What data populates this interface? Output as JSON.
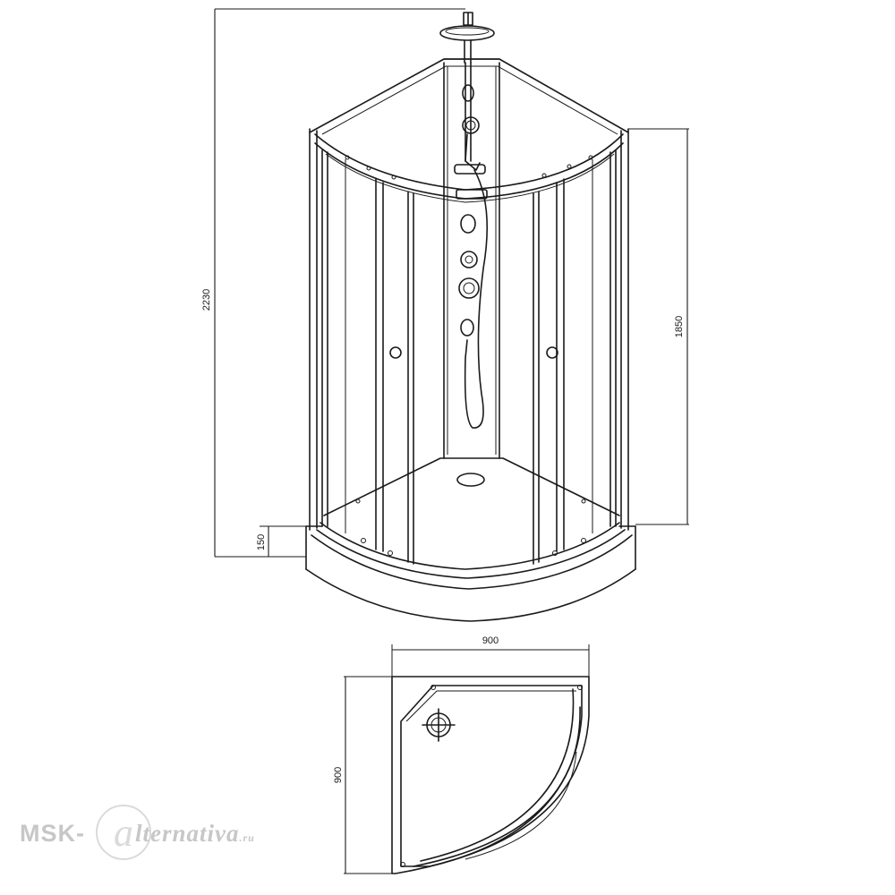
{
  "dimensions": {
    "total_height": "2230",
    "door_height": "1850",
    "tray_height": "150",
    "width": "900",
    "depth": "900"
  },
  "watermark": {
    "prefix": "MSK-",
    "suffix": "lternativa",
    "domain": ".ru",
    "logo": "a-at-logo"
  }
}
